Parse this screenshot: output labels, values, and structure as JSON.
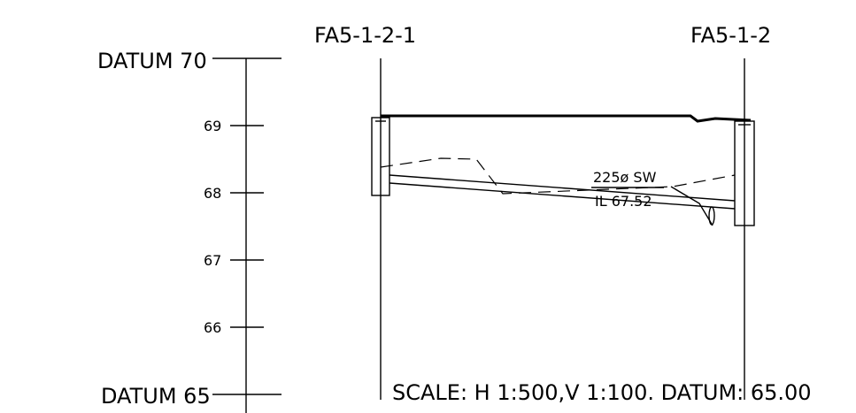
{
  "datum_top": "DATUM 70",
  "datum_bottom": "DATUM 65",
  "ticks": [
    "69",
    "68",
    "67",
    "66"
  ],
  "manhole_left": "FA5-1-2-1",
  "manhole_right": "FA5-1-2",
  "pipe_label": "225ø SW",
  "invert_label": "IL 67.52",
  "scale_text": "SCALE: H 1:500,V 1:100. DATUM: 65.00"
}
